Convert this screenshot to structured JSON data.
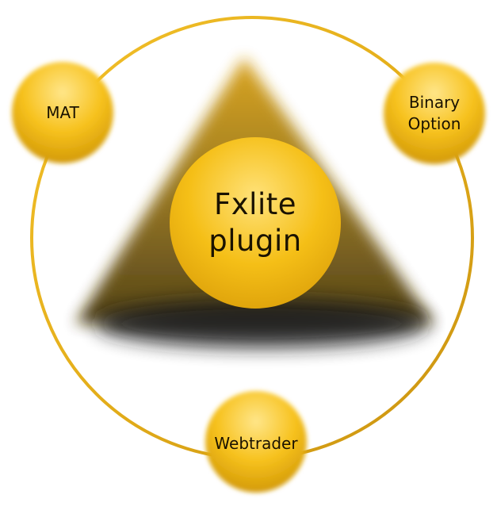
{
  "diagram": {
    "center": {
      "label": "Fxlite\nplugin"
    },
    "nodes": [
      {
        "id": "mat",
        "label": "MAT"
      },
      {
        "id": "binary",
        "label": "Binary\nOption"
      },
      {
        "id": "webtrader",
        "label": "Webtrader"
      }
    ]
  },
  "colors": {
    "ring": "#E8B21C",
    "node_light": "#FFE27A",
    "node_mid": "#F6C21C",
    "node_dark": "#D39A07",
    "triangle": "#8A6A12",
    "shadow": "#222222",
    "text": "#1A1200"
  }
}
